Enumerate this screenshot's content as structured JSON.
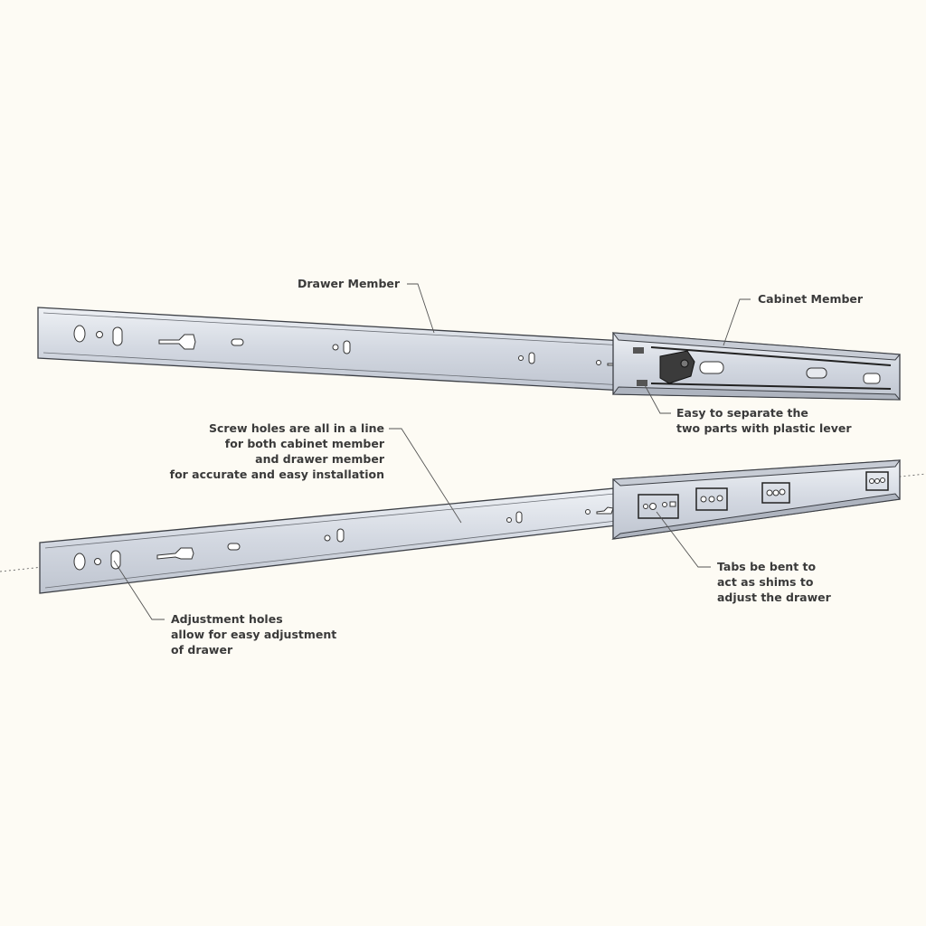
{
  "labels": {
    "drawer_member": "Drawer Member",
    "cabinet_member": "Cabinet Member",
    "separate": [
      "Easy to separate the",
      "two parts with plastic lever"
    ],
    "screw_holes": [
      "Screw holes are all in a line",
      "for both cabinet member",
      "and drawer member",
      "for accurate and easy installation"
    ],
    "tabs": [
      "Tabs be bent to",
      "act as shims to",
      "adjust the drawer"
    ],
    "adjustment": [
      "Adjustment holes",
      "allow for easy adjustment",
      "of drawer"
    ]
  },
  "colors": {
    "background": "#fdfbf4",
    "rail_fill": "#d6dbe4",
    "rail_edge": "#3c3f45",
    "text": "#3a3a3a",
    "lever": "#3b3b3b"
  }
}
